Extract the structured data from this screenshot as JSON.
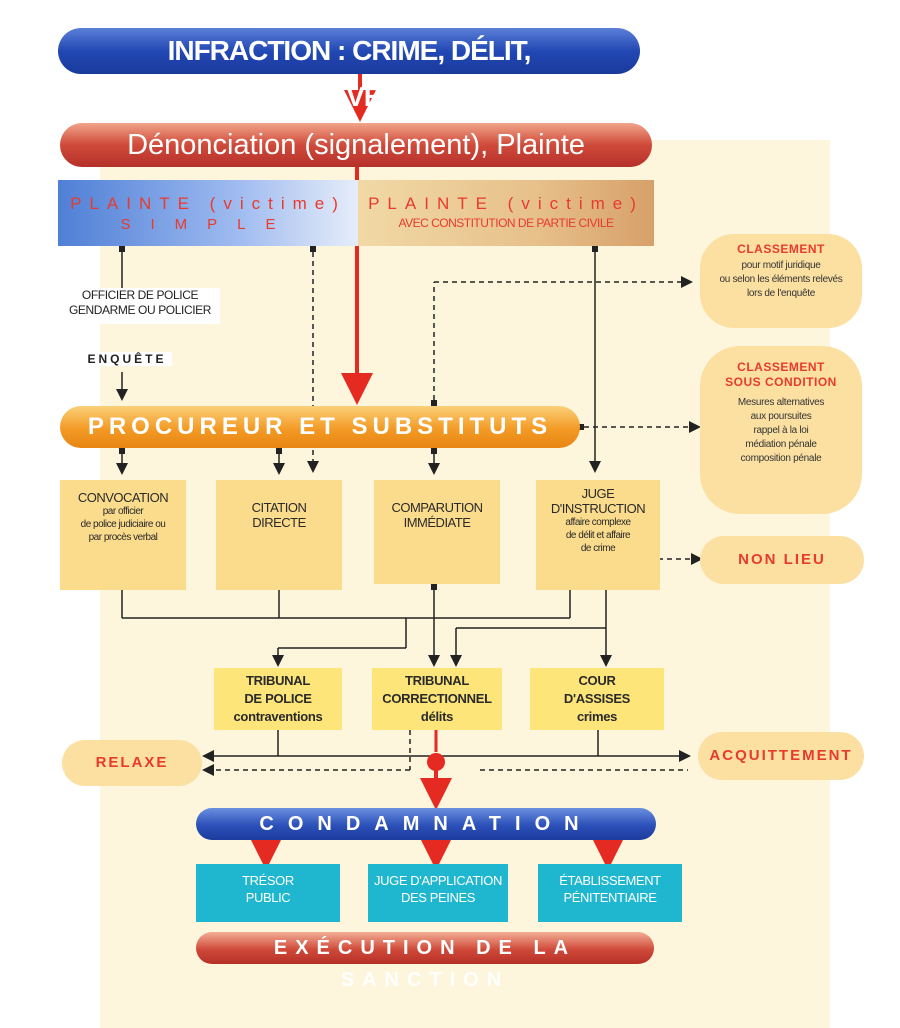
{
  "title": "INFRACTION : CRIME, DÉLIT, CONTRAVENTION",
  "denonciation": "Dénonciation (signalement), Plainte",
  "plainte_simple": {
    "line1": "PLAINTE (victime)",
    "line2": "SIMPLE"
  },
  "plainte_civile": {
    "line1": "PLAINTE (victime)",
    "line2": "AVEC CONSTITUTION DE PARTIE CIVILE"
  },
  "officier": {
    "line1": "OFFICIER DE POLICE",
    "line2": "GENDARME OU POLICIER"
  },
  "enquete": "ENQUÊTE",
  "procureur": "PROCUREUR ET SUBSTITUTS",
  "classement": {
    "title": "CLASSEMENT",
    "lines": [
      "pour motif juridique",
      "ou selon les éléments relevés",
      "lors de l'enquête"
    ]
  },
  "classement_condition": {
    "title1": "CLASSEMENT",
    "title2": "SOUS CONDITION",
    "lines": [
      "Mesures alternatives",
      "aux poursuites",
      "rappel à la loi",
      "médiation pénale",
      "composition pénale"
    ]
  },
  "convocation": {
    "title": "CONVOCATION",
    "lines": [
      "par officier",
      "de police judiciaire ou",
      "par procès verbal"
    ]
  },
  "citation": {
    "line1": "CITATION",
    "line2": "DIRECTE"
  },
  "comparution": {
    "line1": "COMPARUTION",
    "line2": "IMMÉDIATE"
  },
  "juge_instruction": {
    "line1": "JUGE",
    "line2": "D'INSTRUCTION",
    "lines": [
      "affaire complexe",
      "de délit et affaire",
      "de crime"
    ]
  },
  "non_lieu": "NON LIEU",
  "tribunal_police": {
    "line1": "TRIBUNAL",
    "line2": "DE POLICE",
    "line3": "contraventions"
  },
  "tribunal_correctionnel": {
    "line1": "TRIBUNAL",
    "line2": "CORRECTIONNEL",
    "line3": "délits"
  },
  "cour_assises": {
    "line1": "COUR",
    "line2": "D'ASSISES",
    "line3": "crimes"
  },
  "relaxe": "RELAXE",
  "acquittement": "ACQUITTEMENT",
  "condamnation": "CONDAMNATION",
  "tresor": {
    "line1": "TRÉSOR",
    "line2": "PUBLIC"
  },
  "juge_application": {
    "line1": "JUGE D'APPLICATION",
    "line2": "DES PEINES"
  },
  "etablissement": {
    "line1": "ÉTABLISSEMENT",
    "line2": "PÉNITENTIAIRE"
  },
  "execution": "EXÉCUTION DE LA SANCTION",
  "colors": {
    "red": "#e83a2e",
    "blue": "#2248b4",
    "orange": "#f39a25",
    "cyan": "#1fb7cf",
    "yellow": "#fbdc8c"
  }
}
